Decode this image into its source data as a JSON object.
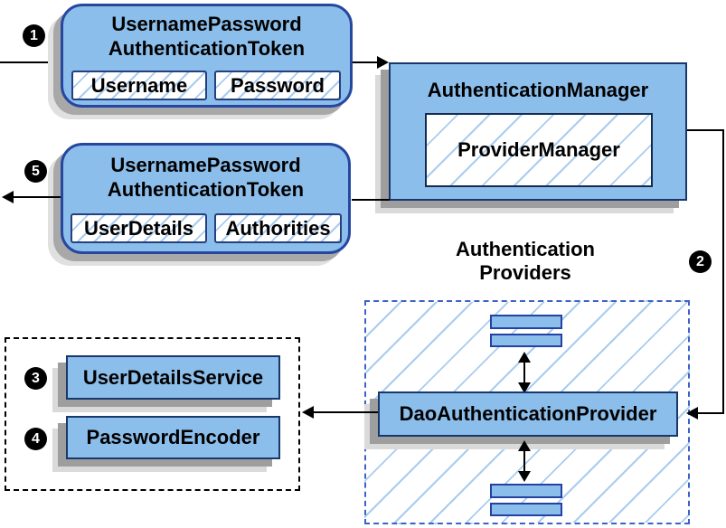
{
  "colors": {
    "box_fill": "#8cbeeb",
    "rect_border": "#17386b",
    "rounded_border": "#2647a0",
    "bar_border": "#2342a6",
    "hatch_line": "#a9ccf0",
    "providers_dashed_border": "#3b62c4",
    "services_dashed_border": "#000000",
    "connector": "#000000",
    "shadow_dark": "#9e9e9e",
    "shadow_light": "#dadada",
    "badge_bg": "#000000",
    "badge_text": "#ffffff"
  },
  "steps": {
    "one": "1",
    "two": "2",
    "three": "3",
    "four": "4",
    "five": "5"
  },
  "token_request": {
    "title_line1": "UsernamePassword",
    "title_line2": "AuthenticationToken",
    "fields": [
      "Username",
      "Password"
    ]
  },
  "auth_manager": {
    "title": "AuthenticationManager",
    "inner_label": "ProviderManager"
  },
  "token_response": {
    "title_line1": "UsernamePassword",
    "title_line2": "AuthenticationToken",
    "fields": [
      "UserDetails",
      "Authorities"
    ]
  },
  "providers": {
    "heading_line1": "Authentication",
    "heading_line2": "Providers",
    "provider_label": "DaoAuthenticationProvider"
  },
  "services": {
    "items": [
      {
        "badge": "3",
        "label": "UserDetailsService"
      },
      {
        "badge": "4",
        "label": "PasswordEncoder"
      }
    ]
  }
}
